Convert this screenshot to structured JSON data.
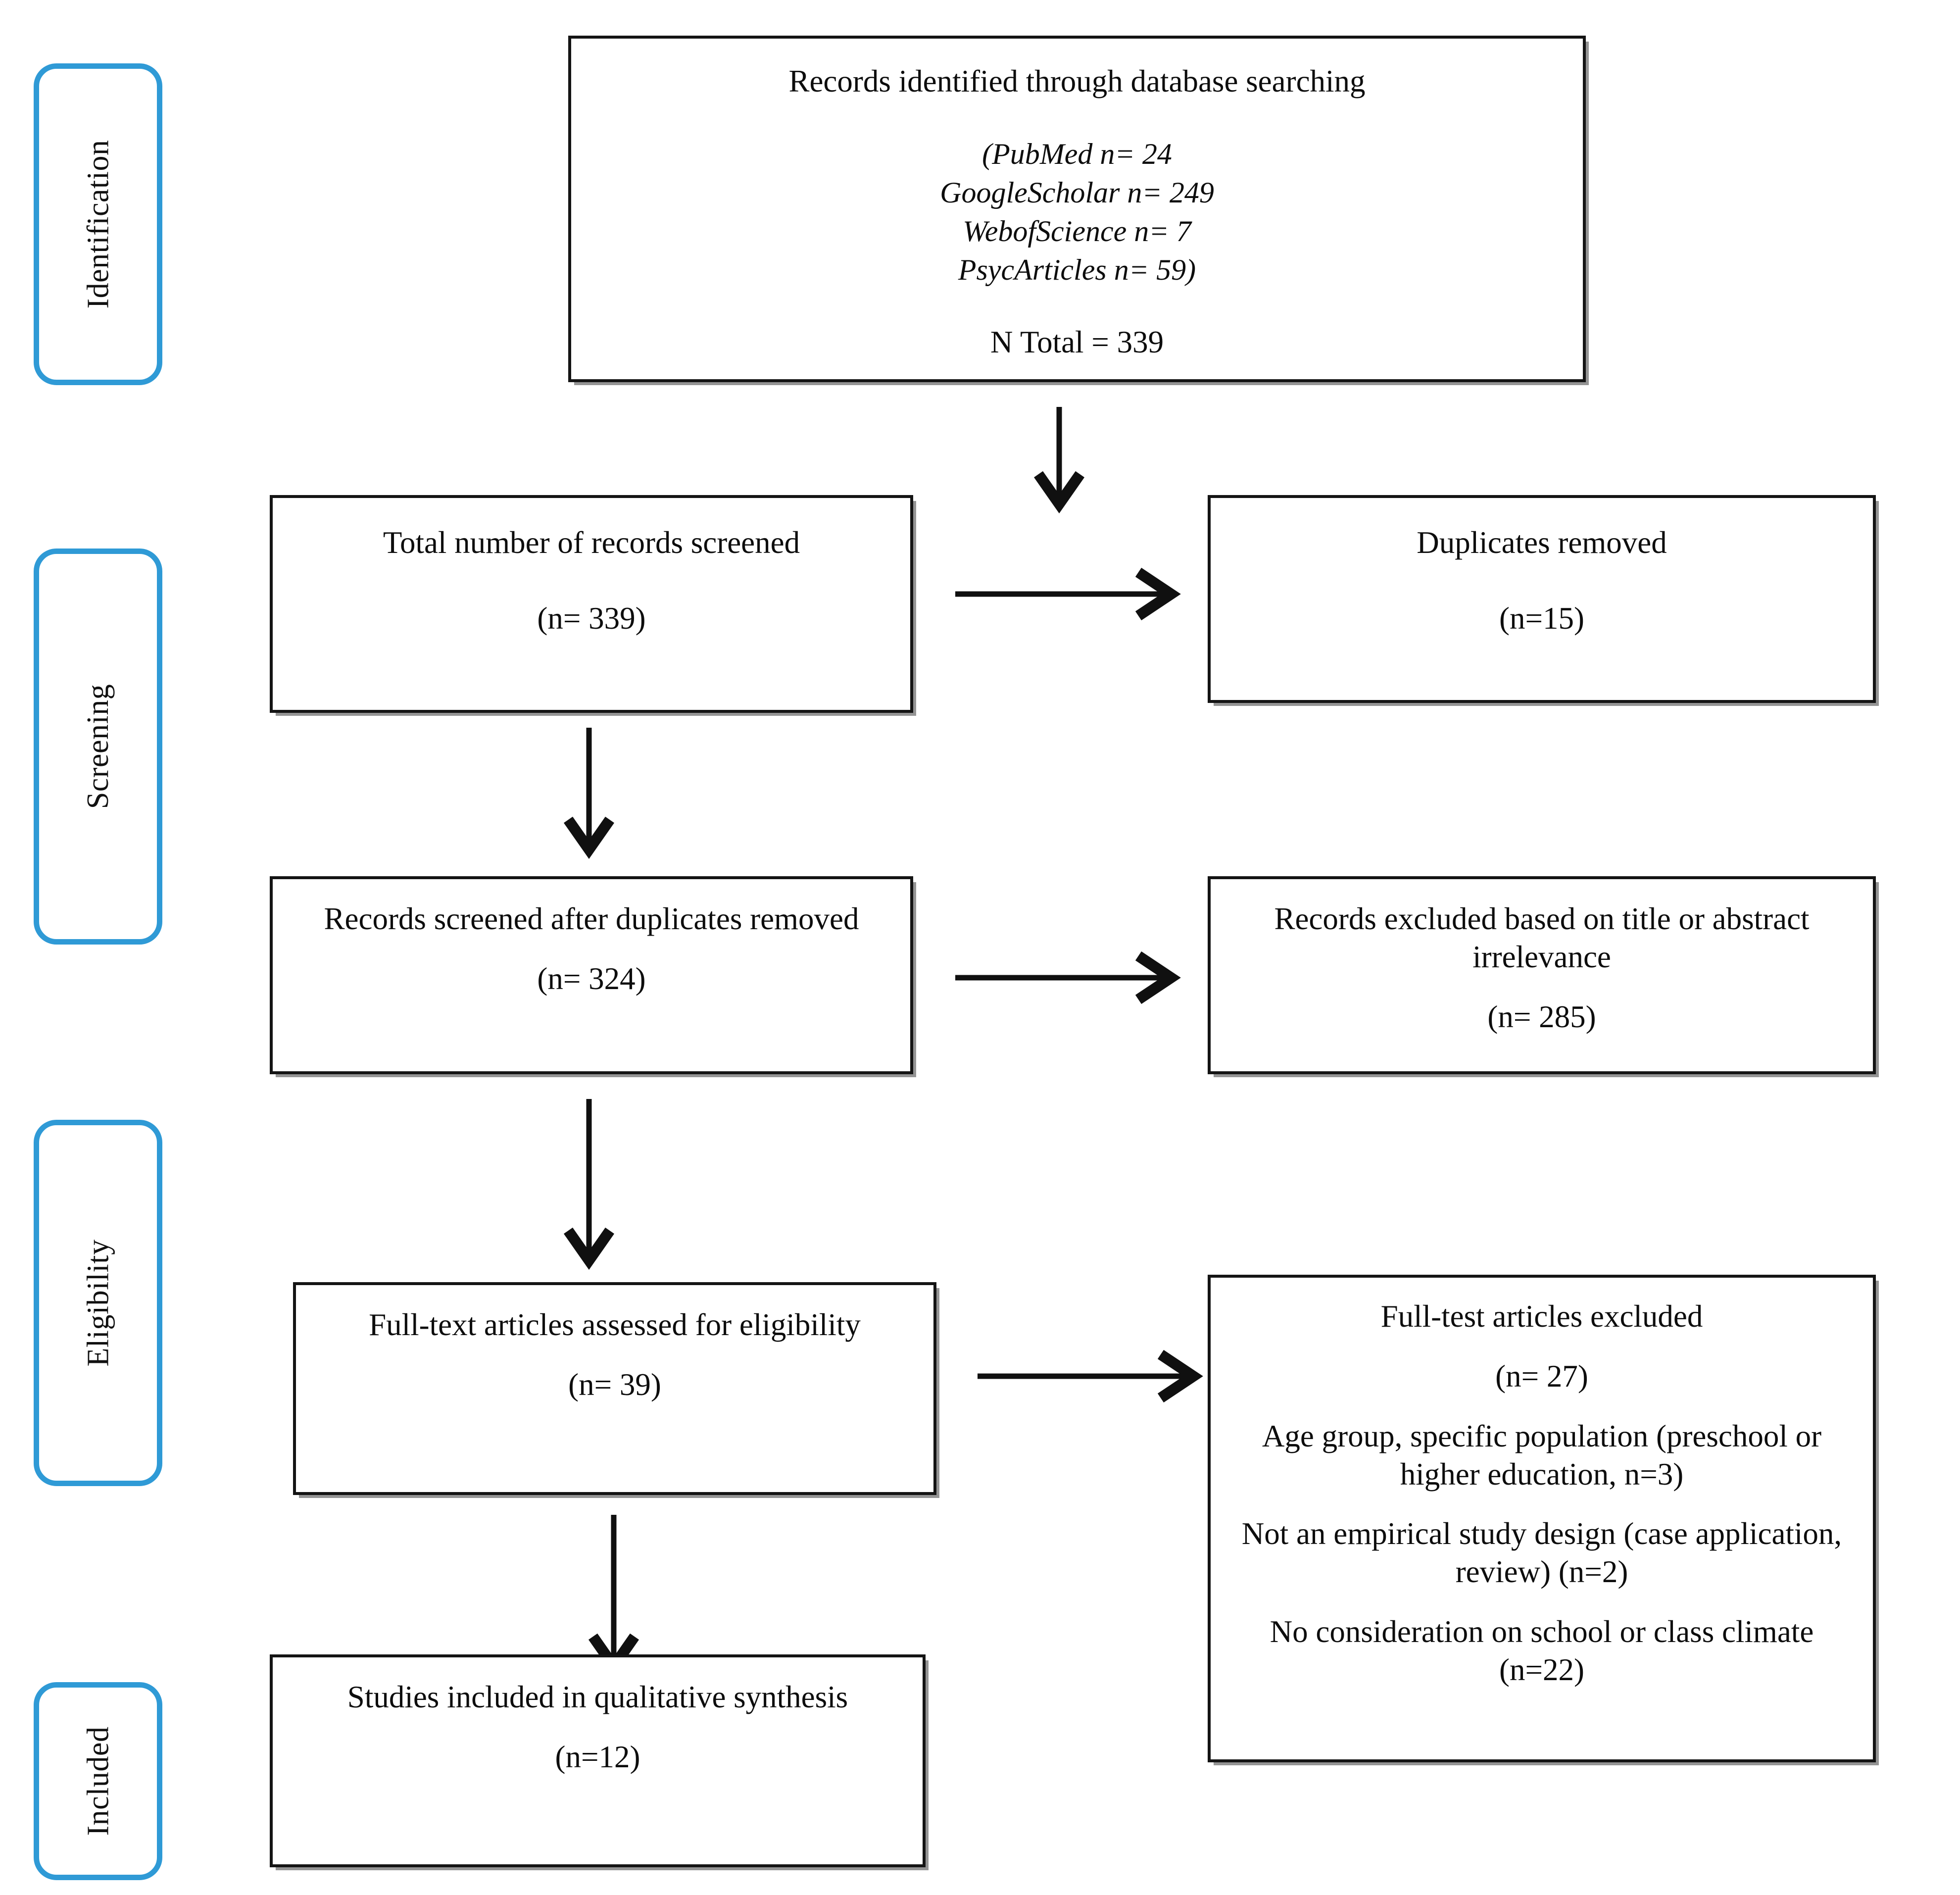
{
  "diagram": {
    "title": "PRISMA Flow Diagram",
    "accent_color": "#2f9ad6",
    "box_border_color": "#141414",
    "text_color": "#0d0d0d"
  },
  "stages": [
    {
      "id": "identification",
      "label": "Identification"
    },
    {
      "id": "screening",
      "label": "Screening"
    },
    {
      "id": "eligibility",
      "label": "Eligibility"
    },
    {
      "id": "included",
      "label": "Included"
    }
  ],
  "boxes": {
    "identified": {
      "heading": "Records identified through database searching",
      "sources": [
        "(PubMed n= 24",
        "GoogleScholar n= 249",
        "WebofScience n= 7",
        "PsycArticles n= 59)"
      ],
      "total": "N Total = 339"
    },
    "screened_total": {
      "heading": "Total number of records screened",
      "count": "(n= 339)"
    },
    "duplicates_removed": {
      "heading": "Duplicates removed",
      "count": "(n=15)"
    },
    "screened_after_duplicates": {
      "heading": "Records screened after duplicates removed",
      "count": "(n= 324)"
    },
    "excluded_title_abstract": {
      "heading": "Records excluded based on title or abstract irrelevance",
      "count": "(n= 285)"
    },
    "fulltext_assessed": {
      "heading": "Full-text articles assessed for eligibility",
      "count": "(n= 39)"
    },
    "fulltext_excluded": {
      "heading": "Full-test articles excluded",
      "count": "(n= 27)",
      "reasons": [
        "Age group, specific population (preschool or higher education, n=3)",
        "Not an empirical study design (case application, review) (n=2)",
        "No consideration on school or class climate (n=22)"
      ]
    },
    "included_studies": {
      "heading": "Studies included in qualitative synthesis",
      "count": "(n=12)"
    }
  },
  "chart_data": {
    "type": "diagram",
    "title": "PRISMA study-selection flow",
    "nodes": [
      {
        "id": "identified",
        "stage": "Identification",
        "n": 339
      },
      {
        "id": "screened_total",
        "stage": "Screening",
        "n": 339
      },
      {
        "id": "duplicates_removed",
        "stage": "Screening",
        "n": 15
      },
      {
        "id": "screened_after_duplicates",
        "stage": "Screening",
        "n": 324
      },
      {
        "id": "excluded_title_abstract",
        "stage": "Screening",
        "n": 285
      },
      {
        "id": "fulltext_assessed",
        "stage": "Eligibility",
        "n": 39
      },
      {
        "id": "fulltext_excluded",
        "stage": "Eligibility",
        "n": 27
      },
      {
        "id": "included_studies",
        "stage": "Included",
        "n": 12
      }
    ],
    "sources": [
      {
        "name": "PubMed",
        "n": 24
      },
      {
        "name": "GoogleScholar",
        "n": 249
      },
      {
        "name": "WebofScience",
        "n": 7
      },
      {
        "name": "PsycArticles",
        "n": 59
      }
    ],
    "exclusion_reasons": [
      {
        "reason": "Age group, specific population (preschool or higher education)",
        "n": 3
      },
      {
        "reason": "Not an empirical study design (case application, review)",
        "n": 2
      },
      {
        "reason": "No consideration on school or class climate",
        "n": 22
      }
    ],
    "edges": [
      {
        "from": "identified",
        "to": "screened_total",
        "direction": "down"
      },
      {
        "from": "screened_total",
        "to": "duplicates_removed",
        "direction": "right"
      },
      {
        "from": "screened_total",
        "to": "screened_after_duplicates",
        "direction": "down"
      },
      {
        "from": "screened_after_duplicates",
        "to": "excluded_title_abstract",
        "direction": "right"
      },
      {
        "from": "screened_after_duplicates",
        "to": "fulltext_assessed",
        "direction": "down"
      },
      {
        "from": "fulltext_assessed",
        "to": "fulltext_excluded",
        "direction": "right"
      },
      {
        "from": "fulltext_assessed",
        "to": "included_studies",
        "direction": "down"
      }
    ]
  }
}
